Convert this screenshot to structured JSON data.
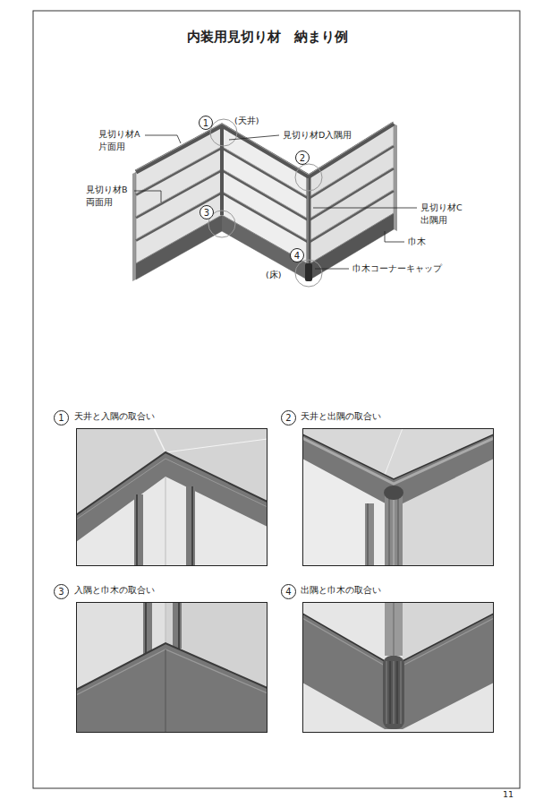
{
  "diagram": {
    "title": "内装用見切り材　納まり例",
    "nodes": [
      {
        "text": [
          "1"
        ]
      },
      {
        "text": [
          "2"
        ]
      },
      {
        "text": [
          "3"
        ]
      },
      {
        "text": [
          "4"
        ]
      },
      {
        "text": [
          "1"
        ]
      },
      {
        "text": [
          "天井と入隅の取合い"
        ]
      },
      {
        "text": [
          "2"
        ]
      },
      {
        "text": [
          "天井と出隅の取合い"
        ]
      },
      {
        "text": [
          "3"
        ]
      },
      {
        "text": [
          "入隅と巾木の取合い"
        ]
      },
      {
        "text": [
          "4"
        ]
      },
      {
        "text": [
          "出隅と巾木の取合い"
        ]
      }
    ],
    "labels": [
      "見切り材A 片面用",
      "(天井)",
      "見切り材D入隅用",
      "見切り材B 両面用",
      "見切り材C 出隅用",
      "巾木",
      "巾木コーナーキャップ",
      "(床)",
      "11"
    ]
  }
}
